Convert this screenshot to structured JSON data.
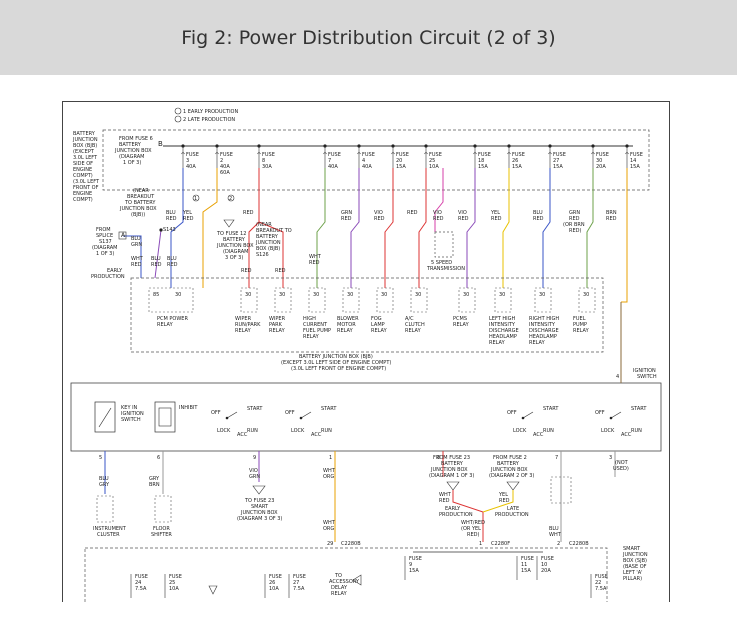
{
  "header": {
    "title": "Fig 2: Power Distribution Circuit (2 of 3)"
  },
  "legend": [
    "1 EARLY PRODUCTION",
    "2 LATE PRODUCTION"
  ],
  "bjb_label": [
    "BATTERY",
    "JUNCTION",
    "BOX (BJB)",
    "(EXCEPT",
    "3.0L LEFT",
    "SIDE OF",
    "ENGINE",
    "COMPT)",
    "(3.0L LEFT",
    "FRONT OF",
    "ENGINE",
    "COMPT)"
  ],
  "from_fuse6": [
    "FROM FUSE 6",
    "BATTERY",
    "JUNCTION BOX",
    "(DIAGRAM",
    "1 OF 3)"
  ],
  "fuses": [
    {
      "name": "FUSE",
      "num": "3",
      "amp": "40A"
    },
    {
      "name": "FUSE",
      "num": "2",
      "amp": "40A",
      "note": "60A"
    },
    {
      "name": "FUSE",
      "num": "8",
      "amp": "30A"
    },
    {
      "name": "FUSE",
      "num": "7",
      "amp": "40A"
    },
    {
      "name": "FUSE",
      "num": "4",
      "amp": "40A"
    },
    {
      "name": "FUSE",
      "num": "20",
      "amp": "15A"
    },
    {
      "name": "FUSE",
      "num": "25",
      "amp": "10A"
    },
    {
      "name": "FUSE",
      "num": "18",
      "amp": "15A"
    },
    {
      "name": "FUSE",
      "num": "26",
      "amp": "15A"
    },
    {
      "name": "FUSE",
      "num": "27",
      "amp": "15A"
    },
    {
      "name": "FUSE",
      "num": "30",
      "amp": "20A"
    },
    {
      "name": "FUSE",
      "num": "14",
      "amp": "15A"
    }
  ],
  "wire_colors": [
    "BLU",
    "RED",
    "YEL",
    "RED",
    "RED",
    "GRN",
    "RED",
    "VIO",
    "RED",
    "RED",
    "VIO",
    "RED",
    "VIO",
    "RED",
    "YEL",
    "RED",
    "BLU",
    "RED",
    "GRN",
    "RED",
    "(OR BRN",
    "RED)",
    "BRN",
    "RED"
  ],
  "near_breakout": [
    "(NEAR",
    "BREAKOUT",
    "TO BATTERY",
    "JUNCTION BOX",
    "(BJB))"
  ],
  "to_fuse12": [
    "TO FUSE 12",
    "BATTERY",
    "JUNCTION BOX",
    "(DIAGRAM",
    "3 OF 3)"
  ],
  "near_breakout2": [
    "(NEAR",
    "BREAKOUT TO",
    "BATTERY",
    "JUNCTION",
    "BOX (BJB)",
    "S126"
  ],
  "from_splice": [
    "FROM",
    "SPLICE",
    "S137",
    "(DIAGRAM",
    "1 OF 3)"
  ],
  "early_prod": [
    "EARLY",
    "PRODUCTION"
  ],
  "small_colors": [
    "BLU",
    "GRN",
    "WHT",
    "RED",
    "BLU",
    "RED",
    "BLU",
    "RED",
    "WHT",
    "RED",
    "RED",
    "RED"
  ],
  "splice": "S143",
  "transmission": [
    "5 SPEED",
    "TRANSMISSION"
  ],
  "relays": [
    {
      "pins": [
        "85",
        "30"
      ],
      "label": [
        "PCM POWER",
        "RELAY"
      ]
    },
    {
      "pins": [
        "30"
      ],
      "label": [
        "WIPER",
        "RUN/PARK",
        "RELAY"
      ]
    },
    {
      "pins": [
        "30"
      ],
      "label": [
        "WIPER",
        "PARK",
        "RELAY"
      ]
    },
    {
      "pins": [
        "30"
      ],
      "label": [
        "HIGH",
        "CURRENT",
        "FUEL PUMP",
        "RELAY"
      ]
    },
    {
      "pins": [
        "30"
      ],
      "label": [
        "BLOWER",
        "MOTOR",
        "RELAY"
      ]
    },
    {
      "pins": [
        "30"
      ],
      "label": [
        "FOG",
        "LAMP",
        "RELAY"
      ]
    },
    {
      "pins": [
        "30"
      ],
      "label": [
        "A/C",
        "CLUTCH",
        "RELAY"
      ]
    },
    {
      "pins": [
        "30"
      ],
      "label": [
        "PCMS",
        "RELAY"
      ]
    },
    {
      "pins": [
        "30"
      ],
      "label": [
        "LEFT HIGH",
        "INTENSITY",
        "DISCHARGE",
        "HEADLAMP",
        "RELAY"
      ]
    },
    {
      "pins": [
        "30"
      ],
      "label": [
        "RIGHT HIGH",
        "INTENSITY",
        "DISCHARGE",
        "HEADLAMP",
        "RELAY"
      ]
    },
    {
      "pins": [
        "30"
      ],
      "label": [
        "FUEL",
        "PUMP",
        "RELAY"
      ]
    }
  ],
  "bjb_bottom": [
    "BATTERY JUNCTION BOX (BJB)",
    "(EXCEPT 3.0L LEFT SIDE OF ENGINE COMPT)",
    "(3.0L LEFT FRONT OF ENGINE COMPT)"
  ],
  "ignition": {
    "key_label": [
      "KEY IN",
      "IGNITION",
      "SWITCH"
    ],
    "inhibit": "INHIBIT",
    "switch_label": [
      "IGNITION",
      "SWITCH"
    ],
    "positions": [
      "OFF",
      "START",
      "LOCK",
      "ACC",
      "RUN"
    ],
    "pin": "4"
  },
  "below": {
    "pins": [
      "5",
      "6",
      "9",
      "1",
      "8",
      "7",
      "3"
    ],
    "colors1": [
      "BLU",
      "GRY"
    ],
    "colors2": [
      "GRY",
      "BRN"
    ],
    "colors3": [
      "VIO",
      "GRN"
    ],
    "colors4": [
      "WHT",
      "ORG"
    ],
    "instrument": [
      "INSTRUMENT",
      "CLUSTER"
    ],
    "floor_shifter": [
      "FLOOR",
      "SHIFTER"
    ],
    "to_fuse23": [
      "TO FUSE 23",
      "SMART",
      "JUNCTION BOX",
      "(DIAGRAM 3 OF 3)"
    ],
    "not_used": [
      "(NOT",
      "USED)"
    ],
    "from_fuse23": [
      "FROM FUSE 23",
      "BATTERY",
      "JUNCTION BOX",
      "(DIAGRAM 1 OF 3)"
    ],
    "from_fuse2": [
      "FROM FUSE 2",
      "BATTERY",
      "JUNCTION BOX",
      "(DIAGRAM 2 OF 3)"
    ],
    "wht_red": [
      "WHT",
      "RED"
    ],
    "yel_red": [
      "YEL",
      "RED"
    ],
    "late_prod": [
      "LATE",
      "PRODUCTION"
    ],
    "whtred_or": [
      "WHT/RED",
      "(OR YEL",
      "RED)"
    ],
    "blu_wht": [
      "BLU",
      "WHT"
    ],
    "wht_org2": [
      "WHT",
      "ORG"
    ],
    "connectors": [
      "C2280B",
      "C2280F",
      "C2280B"
    ],
    "conn_pins": [
      "29",
      "1",
      "2"
    ]
  },
  "sjb": {
    "label": [
      "SMART",
      "JUNCTION",
      "BOX (SJB)",
      "(BASE OF",
      "LEFT 'A'",
      "PILLAR)"
    ],
    "fuses": [
      {
        "name": "FUSE",
        "num": "24",
        "amp": "7.5A"
      },
      {
        "name": "FUSE",
        "num": "25",
        "amp": "10A"
      },
      {
        "name": "FUSE",
        "num": "26",
        "amp": "10A"
      },
      {
        "name": "FUSE",
        "num": "27",
        "amp": "7.5A"
      },
      {
        "name": "FUSE",
        "num": "9",
        "amp": "15A"
      },
      {
        "name": "FUSE",
        "num": "11",
        "amp": "15A"
      },
      {
        "name": "FUSE",
        "num": "10",
        "amp": "20A"
      },
      {
        "name": "FUSE",
        "num": "22",
        "amp": "7.5A"
      }
    ],
    "accessory": [
      "TO",
      "ACCESSORY",
      "DELAY",
      "RELAY"
    ]
  }
}
